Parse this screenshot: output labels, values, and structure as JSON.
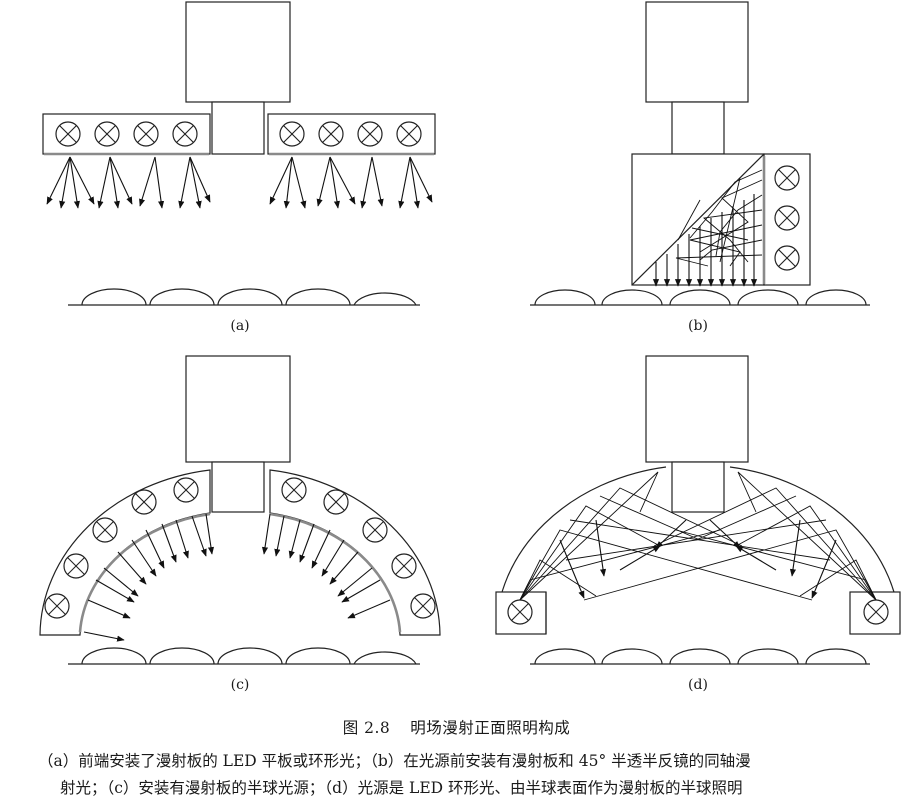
{
  "panels": {
    "a": {
      "label": "(a)"
    },
    "b": {
      "label": "(b)"
    },
    "c": {
      "label": "(c)"
    },
    "d": {
      "label": "(d)"
    }
  },
  "figure": {
    "number": "图 2.8",
    "title": "明场漫射正面照明构成"
  },
  "caption": {
    "line1": "（a）前端安装了漫射板的 LED 平板或环形光；（b）在光源前安装有漫射板和 45° 半透半反镜的同轴漫",
    "line2": "射光；（c）安装有漫射板的半球光源；（d）光源是 LED 环形光、由半球表面作为漫射板的半球照明"
  },
  "icons": [
    "led-lamp-icon",
    "arrow-icon",
    "camera-icon"
  ]
}
